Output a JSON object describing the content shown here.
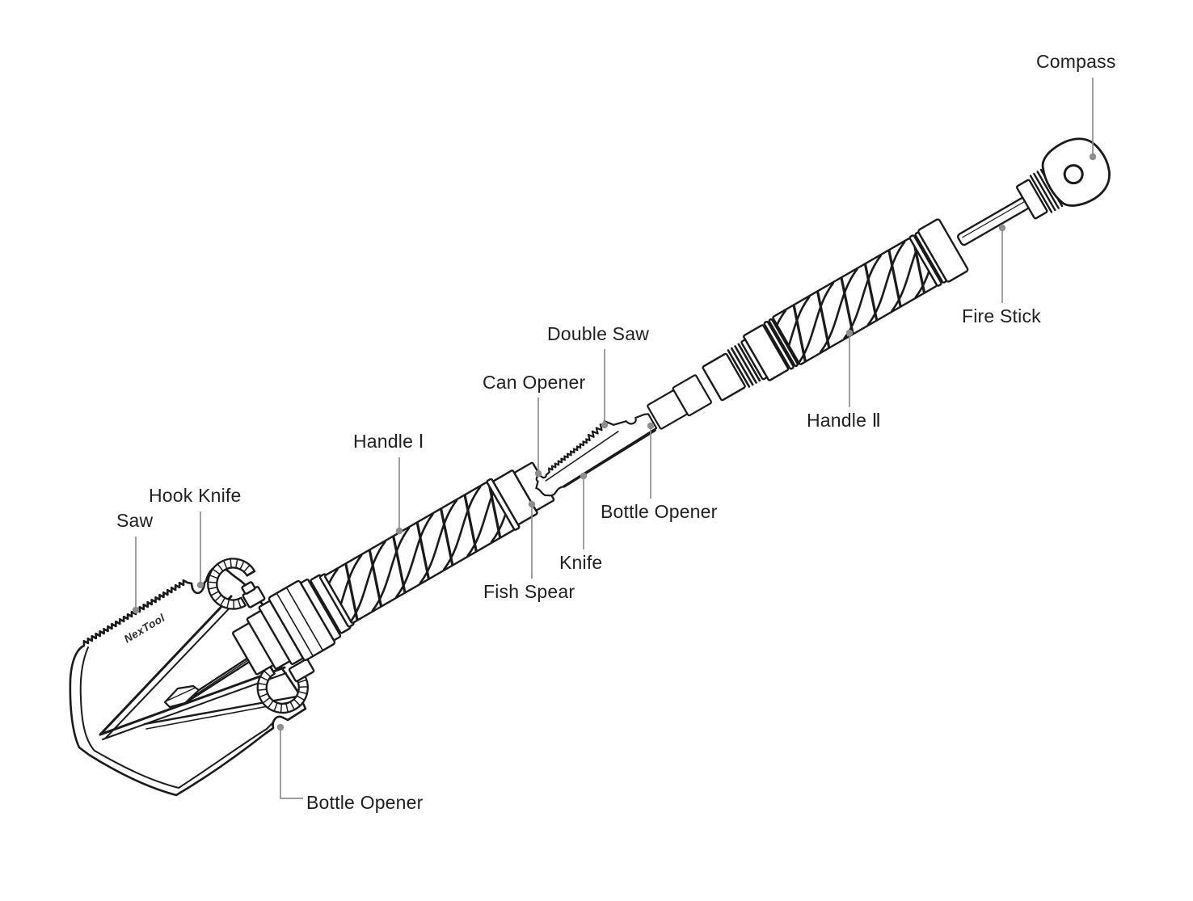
{
  "figure": {
    "brand": "NexTool",
    "labels": {
      "saw": "Saw",
      "hook_knife": "Hook Knife",
      "handle_1": "Handle Ⅰ",
      "can_opener": "Can Opener",
      "double_saw": "Double Saw",
      "fish_spear": "Fish Spear",
      "knife": "Knife",
      "bottle_opener_middle": "Bottle Opener",
      "handle_2": "Handle Ⅱ",
      "fire_stick": "Fire Stick",
      "compass": "Compass",
      "bottle_opener_bottom": "Bottle Opener"
    },
    "colors": {
      "ink": "#1a1a1a",
      "leader": "#8e8e8e",
      "label_text": "#1f1f1f",
      "brand_text": "#2e2e2e",
      "background": "#ffffff"
    }
  }
}
